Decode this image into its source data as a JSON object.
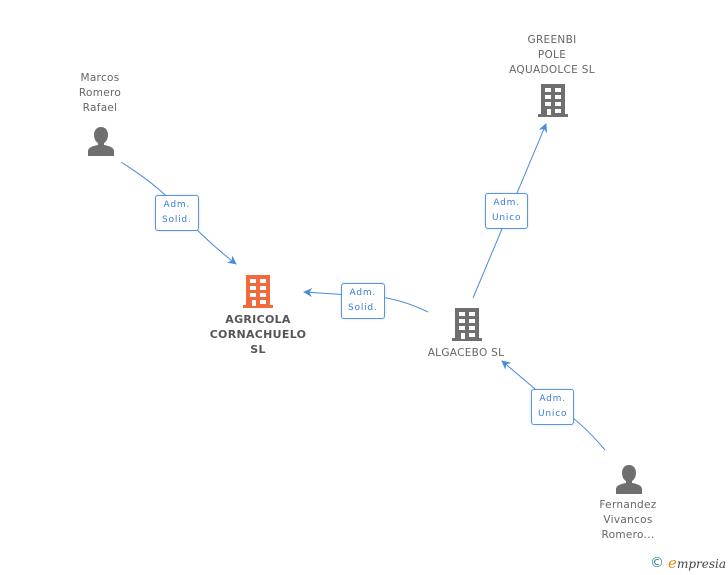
{
  "colors": {
    "edge": "#4a8ae0",
    "node_icon": "#6f6f6f",
    "main_icon": "#f26a3c",
    "label_text": "#666666"
  },
  "nodes": [
    {
      "id": "marcos",
      "type": "person",
      "lines": [
        "Marcos",
        "Romero",
        "Rafael"
      ],
      "main": false
    },
    {
      "id": "greenbi",
      "type": "company",
      "lines": [
        "GREENBI",
        "POLE",
        "AQUADOLCE SL"
      ],
      "main": false
    },
    {
      "id": "agricola",
      "type": "company",
      "lines": [
        "AGRICOLA",
        "CORNACHUELO",
        "SL"
      ],
      "main": true
    },
    {
      "id": "algacebo",
      "type": "company",
      "lines": [
        "ALGACEBO SL"
      ],
      "main": false
    },
    {
      "id": "fernandez",
      "type": "person",
      "lines": [
        "Fernandez",
        "Vivancos",
        "Romero..."
      ],
      "main": false
    }
  ],
  "edges": [
    {
      "from": "marcos",
      "to": "agricola",
      "label": [
        "Adm.",
        "Solid."
      ]
    },
    {
      "from": "algacebo",
      "to": "agricola",
      "label": [
        "Adm.",
        "Solid."
      ]
    },
    {
      "from": "algacebo",
      "to": "greenbi",
      "label": [
        "Adm.",
        "Unico"
      ]
    },
    {
      "from": "fernandez",
      "to": "algacebo",
      "label": [
        "Adm.",
        "Unico"
      ]
    }
  ],
  "footer": {
    "copyright_symbol": "©",
    "brand_initial": "e",
    "brand_rest": "mpresia"
  }
}
